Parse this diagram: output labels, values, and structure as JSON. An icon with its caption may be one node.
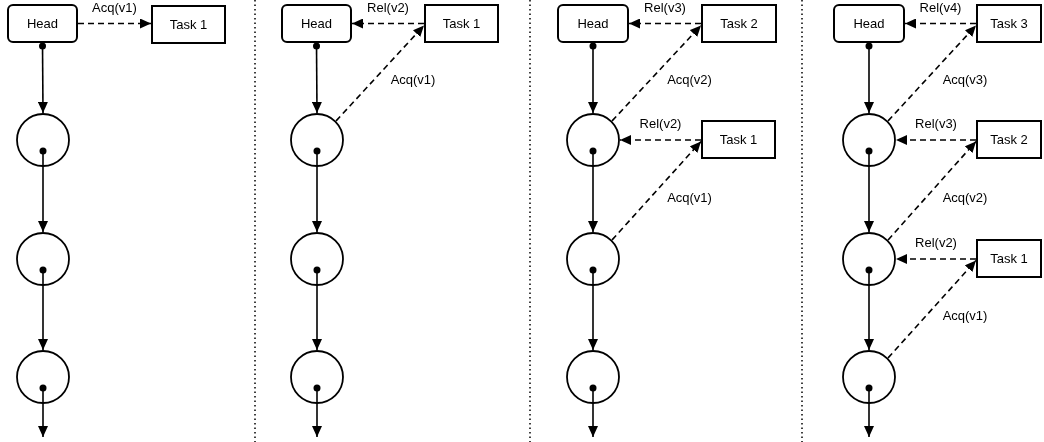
{
  "diagram": {
    "nodes": [
      {
        "text": [
          "Head"
        ]
      },
      {
        "text": [
          "Task 1"
        ]
      },
      {
        "text": [],
        "shape": "circle"
      },
      {
        "text": [],
        "shape": "circle"
      },
      {
        "text": [],
        "shape": "circle"
      },
      {
        "text": [
          "Head"
        ]
      },
      {
        "text": [
          "Task 1"
        ]
      },
      {
        "text": [],
        "shape": "circle"
      },
      {
        "text": [],
        "shape": "circle"
      },
      {
        "text": [],
        "shape": "circle"
      },
      {
        "text": [
          "Head"
        ]
      },
      {
        "text": [
          "Task 2"
        ]
      },
      {
        "text": [
          "Task 1"
        ]
      },
      {
        "text": [],
        "shape": "circle"
      },
      {
        "text": [],
        "shape": "circle"
      },
      {
        "text": [],
        "shape": "circle"
      },
      {
        "text": [
          "Head"
        ]
      },
      {
        "text": [
          "Task 3"
        ]
      },
      {
        "text": [
          "Task 2"
        ]
      },
      {
        "text": [
          "Task 1"
        ]
      },
      {
        "text": [],
        "shape": "circle"
      },
      {
        "text": [],
        "shape": "circle"
      },
      {
        "text": [],
        "shape": "circle"
      }
    ],
    "edges": [
      {
        "from": 0,
        "to": 2,
        "arrow": "to"
      },
      {
        "from": 2,
        "to": 3,
        "arrow": "to"
      },
      {
        "from": 3,
        "to": 4,
        "arrow": "to"
      },
      {
        "from": 4,
        "to": null,
        "arrow": "to"
      },
      {
        "from": 0,
        "to": 1,
        "arrow": "to",
        "label": "Acq(v1)",
        "style": "dashed"
      },
      {
        "from": 5,
        "to": 7,
        "arrow": "to"
      },
      {
        "from": 7,
        "to": 8,
        "arrow": "to"
      },
      {
        "from": 8,
        "to": 9,
        "arrow": "to"
      },
      {
        "from": 9,
        "to": null,
        "arrow": "to"
      },
      {
        "from": 6,
        "to": 5,
        "arrow": "to",
        "label": "Rel(v2)",
        "style": "dashed"
      },
      {
        "from": 7,
        "to": 6,
        "arrow": "to",
        "label": "Acq(v1)",
        "style": "dashed"
      },
      {
        "from": 10,
        "to": 13,
        "arrow": "to"
      },
      {
        "from": 13,
        "to": 14,
        "arrow": "to"
      },
      {
        "from": 14,
        "to": 15,
        "arrow": "to"
      },
      {
        "from": 15,
        "to": null,
        "arrow": "to"
      },
      {
        "from": 11,
        "to": 10,
        "arrow": "to",
        "label": "Rel(v3)",
        "style": "dashed"
      },
      {
        "from": 13,
        "to": 11,
        "arrow": "to",
        "label": "Acq(v2)",
        "style": "dashed"
      },
      {
        "from": 12,
        "to": 13,
        "arrow": "to",
        "label": "Rel(v2)",
        "style": "dashed"
      },
      {
        "from": 14,
        "to": 12,
        "arrow": "to",
        "label": "Acq(v1)",
        "style": "dashed"
      },
      {
        "from": 16,
        "to": 20,
        "arrow": "to"
      },
      {
        "from": 20,
        "to": 21,
        "arrow": "to"
      },
      {
        "from": 21,
        "to": 22,
        "arrow": "to"
      },
      {
        "from": 22,
        "to": null,
        "arrow": "to"
      },
      {
        "from": 17,
        "to": 16,
        "arrow": "to",
        "label": "Rel(v4)",
        "style": "dashed"
      },
      {
        "from": 20,
        "to": 17,
        "arrow": "to",
        "label": "Acq(v3)",
        "style": "dashed"
      },
      {
        "from": 18,
        "to": 20,
        "arrow": "to",
        "label": "Rel(v3)",
        "style": "dashed"
      },
      {
        "from": 21,
        "to": 18,
        "arrow": "to",
        "label": "Acq(v2)",
        "style": "dashed"
      },
      {
        "from": 19,
        "to": 21,
        "arrow": "to",
        "label": "Rel(v2)",
        "style": "dashed"
      },
      {
        "from": 22,
        "to": 19,
        "arrow": "to",
        "label": "Acq(v1)",
        "style": "dashed"
      }
    ]
  }
}
